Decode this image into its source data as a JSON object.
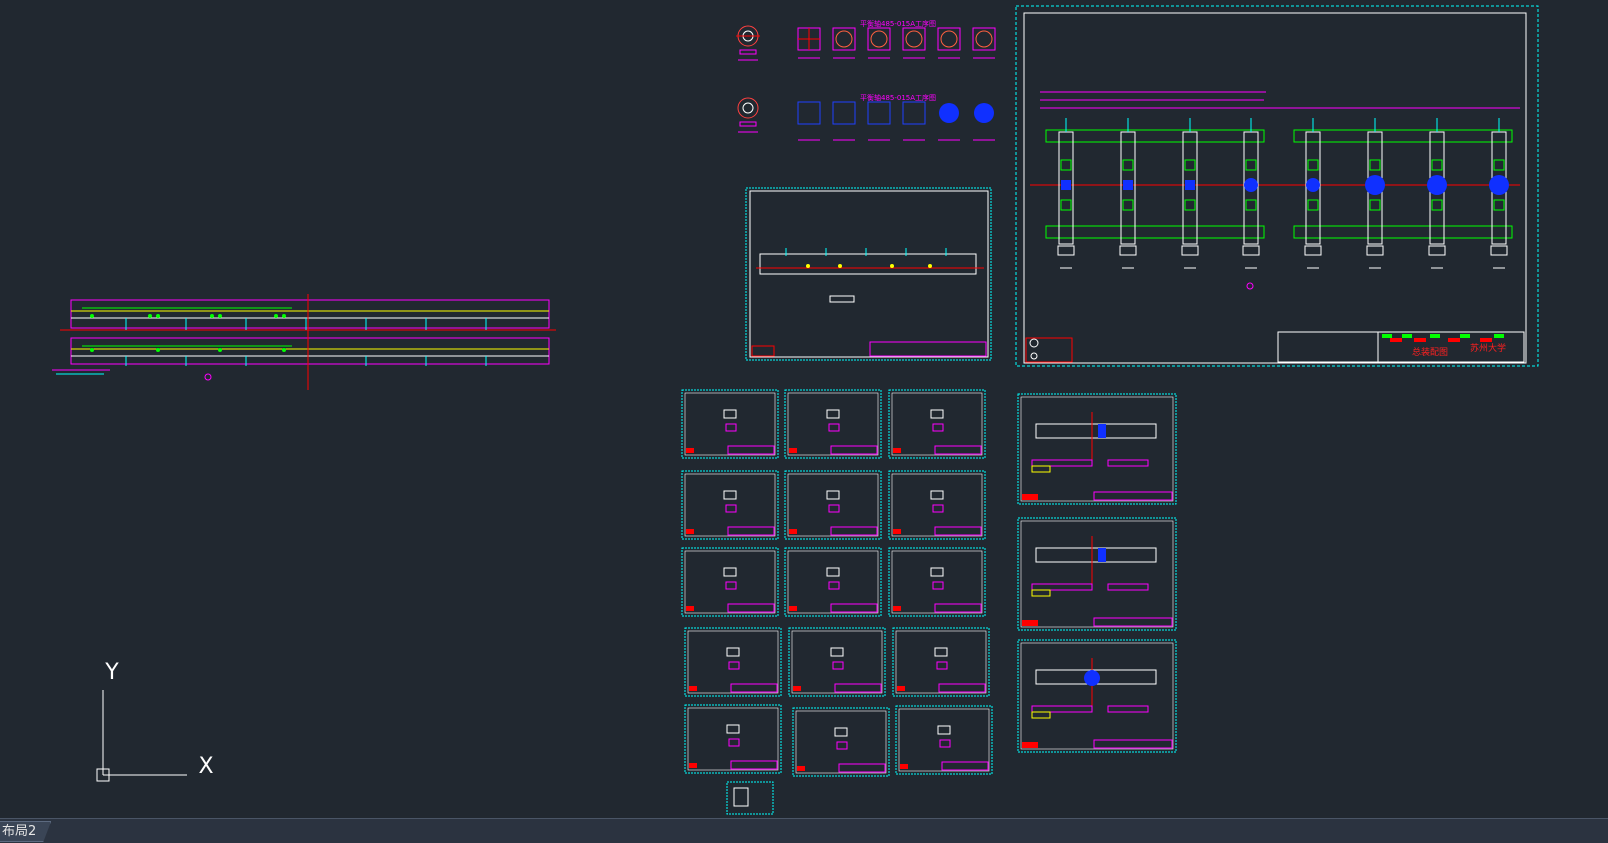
{
  "app": {
    "ucs": {
      "x_label": "X",
      "y_label": "Y"
    },
    "tabs": [
      {
        "label": "布局2"
      }
    ]
  },
  "colors": {
    "background": "#212830",
    "magenta": "#ff00ff",
    "cyan": "#00ffff",
    "green": "#00ff00",
    "red": "#ff0000",
    "yellow": "#ffff00",
    "white": "#ffffff",
    "blue": "#0000ff"
  },
  "drawing": {
    "process_titles": [
      "平衡轴485-015A工序图",
      "平衡轴485-015A工序图"
    ],
    "title_block": {
      "name": "总装配图",
      "company": "苏州大学"
    }
  }
}
